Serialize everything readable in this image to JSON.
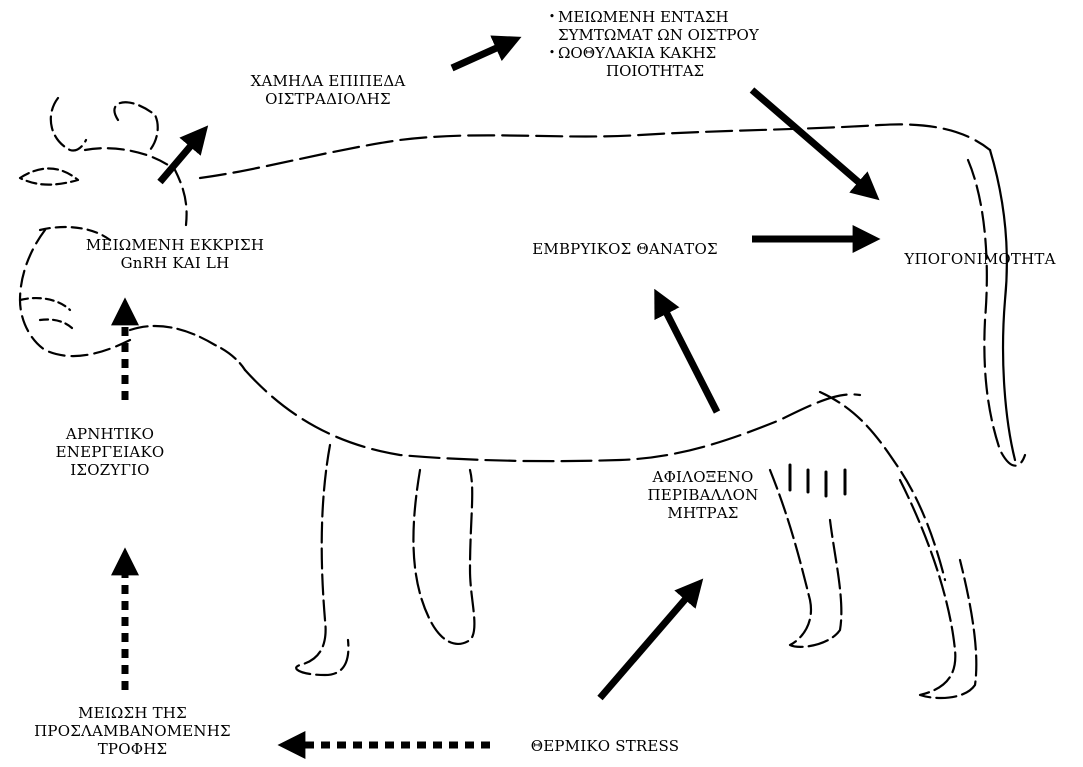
{
  "nodes": {
    "low_estradiol": [
      "ΧΑΜΗΛΑ ΕΠΙΠΕΔΑ",
      "ΟΙΣΤΡΑΔΙΟΛΗΣ"
    ],
    "reduced_gnrh_lh": [
      "ΜΕΙΩΜΕΝΗ ΕΚΚΡΙΣΗ",
      "GnRH ΚΑΙ LH"
    ],
    "negative_energy": [
      "ΑΡΝΗΤΙΚΟ",
      "ΕΝΕΡΓΕΙΑΚΟ",
      "ΙΣΟΖΥΓΙΟ"
    ],
    "reduced_intake": [
      "ΜΕΙΩΣΗ ΤΗΣ",
      "ΠΡΟΣΛΑΜΒΑΝΟΜΕΝΗΣ",
      "ΤΡΟΦΗΣ"
    ],
    "heat_stress": "ΘΕΡΜΙΚΟ STRESS",
    "hostile_uterus": [
      "ΑΦΙΛΟΞΕΝΟ",
      "ΠΕΡΙΒΑΛΛΟΝ",
      "ΜΗΤΡΑΣ"
    ],
    "embryo_death": "ΕΜΒΡΥΙΚΟΣ ΘΑΝΑΤΟΣ",
    "subfertility": "ΥΠΟΓΟΝΙΜΟΤΗΤΑ"
  },
  "effects_list": [
    {
      "bullet": "•",
      "text": "ΜΕΙΩΜΕΝΗ ΕΝΤΑΣΗ"
    },
    {
      "bullet": "",
      "text": "ΣΥΜΤΩΜΑΤ ΩΝ ΟΙΣΤΡΟΥ"
    },
    {
      "bullet": "•",
      "text": "ΩΟΘΥΛΑΚΙΑ ΚΑΚΗΣ"
    },
    {
      "bullet": "",
      "text": "ΠΟΙΟΤΗΤΑΣ"
    }
  ],
  "arrows": [
    {
      "from": "reduced_intake",
      "to": "negative_energy",
      "style": "dotted"
    },
    {
      "from": "negative_energy",
      "to": "reduced_gnrh_lh",
      "style": "dotted"
    },
    {
      "from": "heat_stress",
      "to": "reduced_intake",
      "style": "dotted"
    },
    {
      "from": "reduced_gnrh_lh",
      "to": "low_estradiol",
      "style": "solid"
    },
    {
      "from": "low_estradiol",
      "to": "effects_list",
      "style": "solid"
    },
    {
      "from": "effects_list",
      "to": "subfertility",
      "style": "solid"
    },
    {
      "from": "heat_stress",
      "to": "hostile_uterus",
      "style": "solid"
    },
    {
      "from": "hostile_uterus",
      "to": "embryo_death",
      "style": "solid"
    },
    {
      "from": "embryo_death",
      "to": "subfertility",
      "style": "solid"
    }
  ],
  "colors": {
    "ink": "#000000",
    "background": "#ffffff"
  }
}
